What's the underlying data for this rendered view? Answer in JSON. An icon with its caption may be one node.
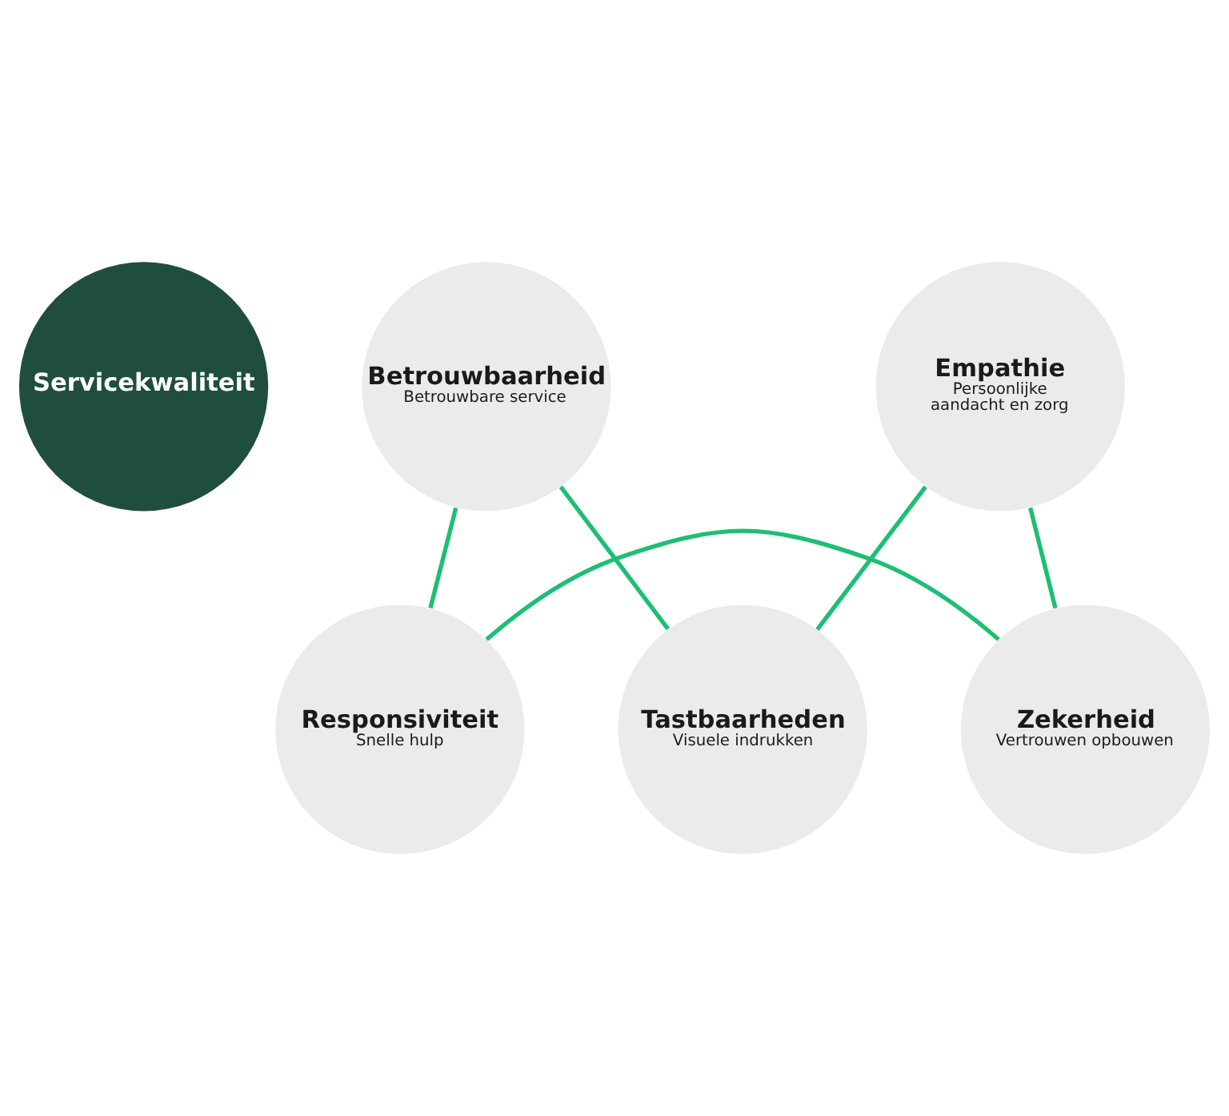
{
  "diagram": {
    "nodes": [
      {
        "text": [
          "Servicekwaliteit"
        ]
      },
      {
        "text": [
          "Tastbaarheden",
          "Visuele indrukken"
        ]
      },
      {
        "text": [
          "Betrouwbaarheid",
          "Betrouwbare service"
        ]
      },
      {
        "text": [
          "Responsiviteit",
          "Snelle hulp"
        ]
      },
      {
        "text": [
          "Zekerheid",
          "Vertrouwen opbouwen"
        ]
      },
      {
        "text": [
          "Empathie",
          "Persoonlijke aandacht en zorg"
        ]
      }
    ],
    "edges": [
      {
        "from": 1,
        "to": 2,
        "arrow": "none"
      },
      {
        "from": 2,
        "to": 3,
        "arrow": "none"
      },
      {
        "from": 3,
        "to": 4,
        "arrow": "none"
      },
      {
        "from": 4,
        "to": 5,
        "arrow": "none"
      },
      {
        "from": 5,
        "to": 1,
        "arrow": "none"
      }
    ]
  }
}
